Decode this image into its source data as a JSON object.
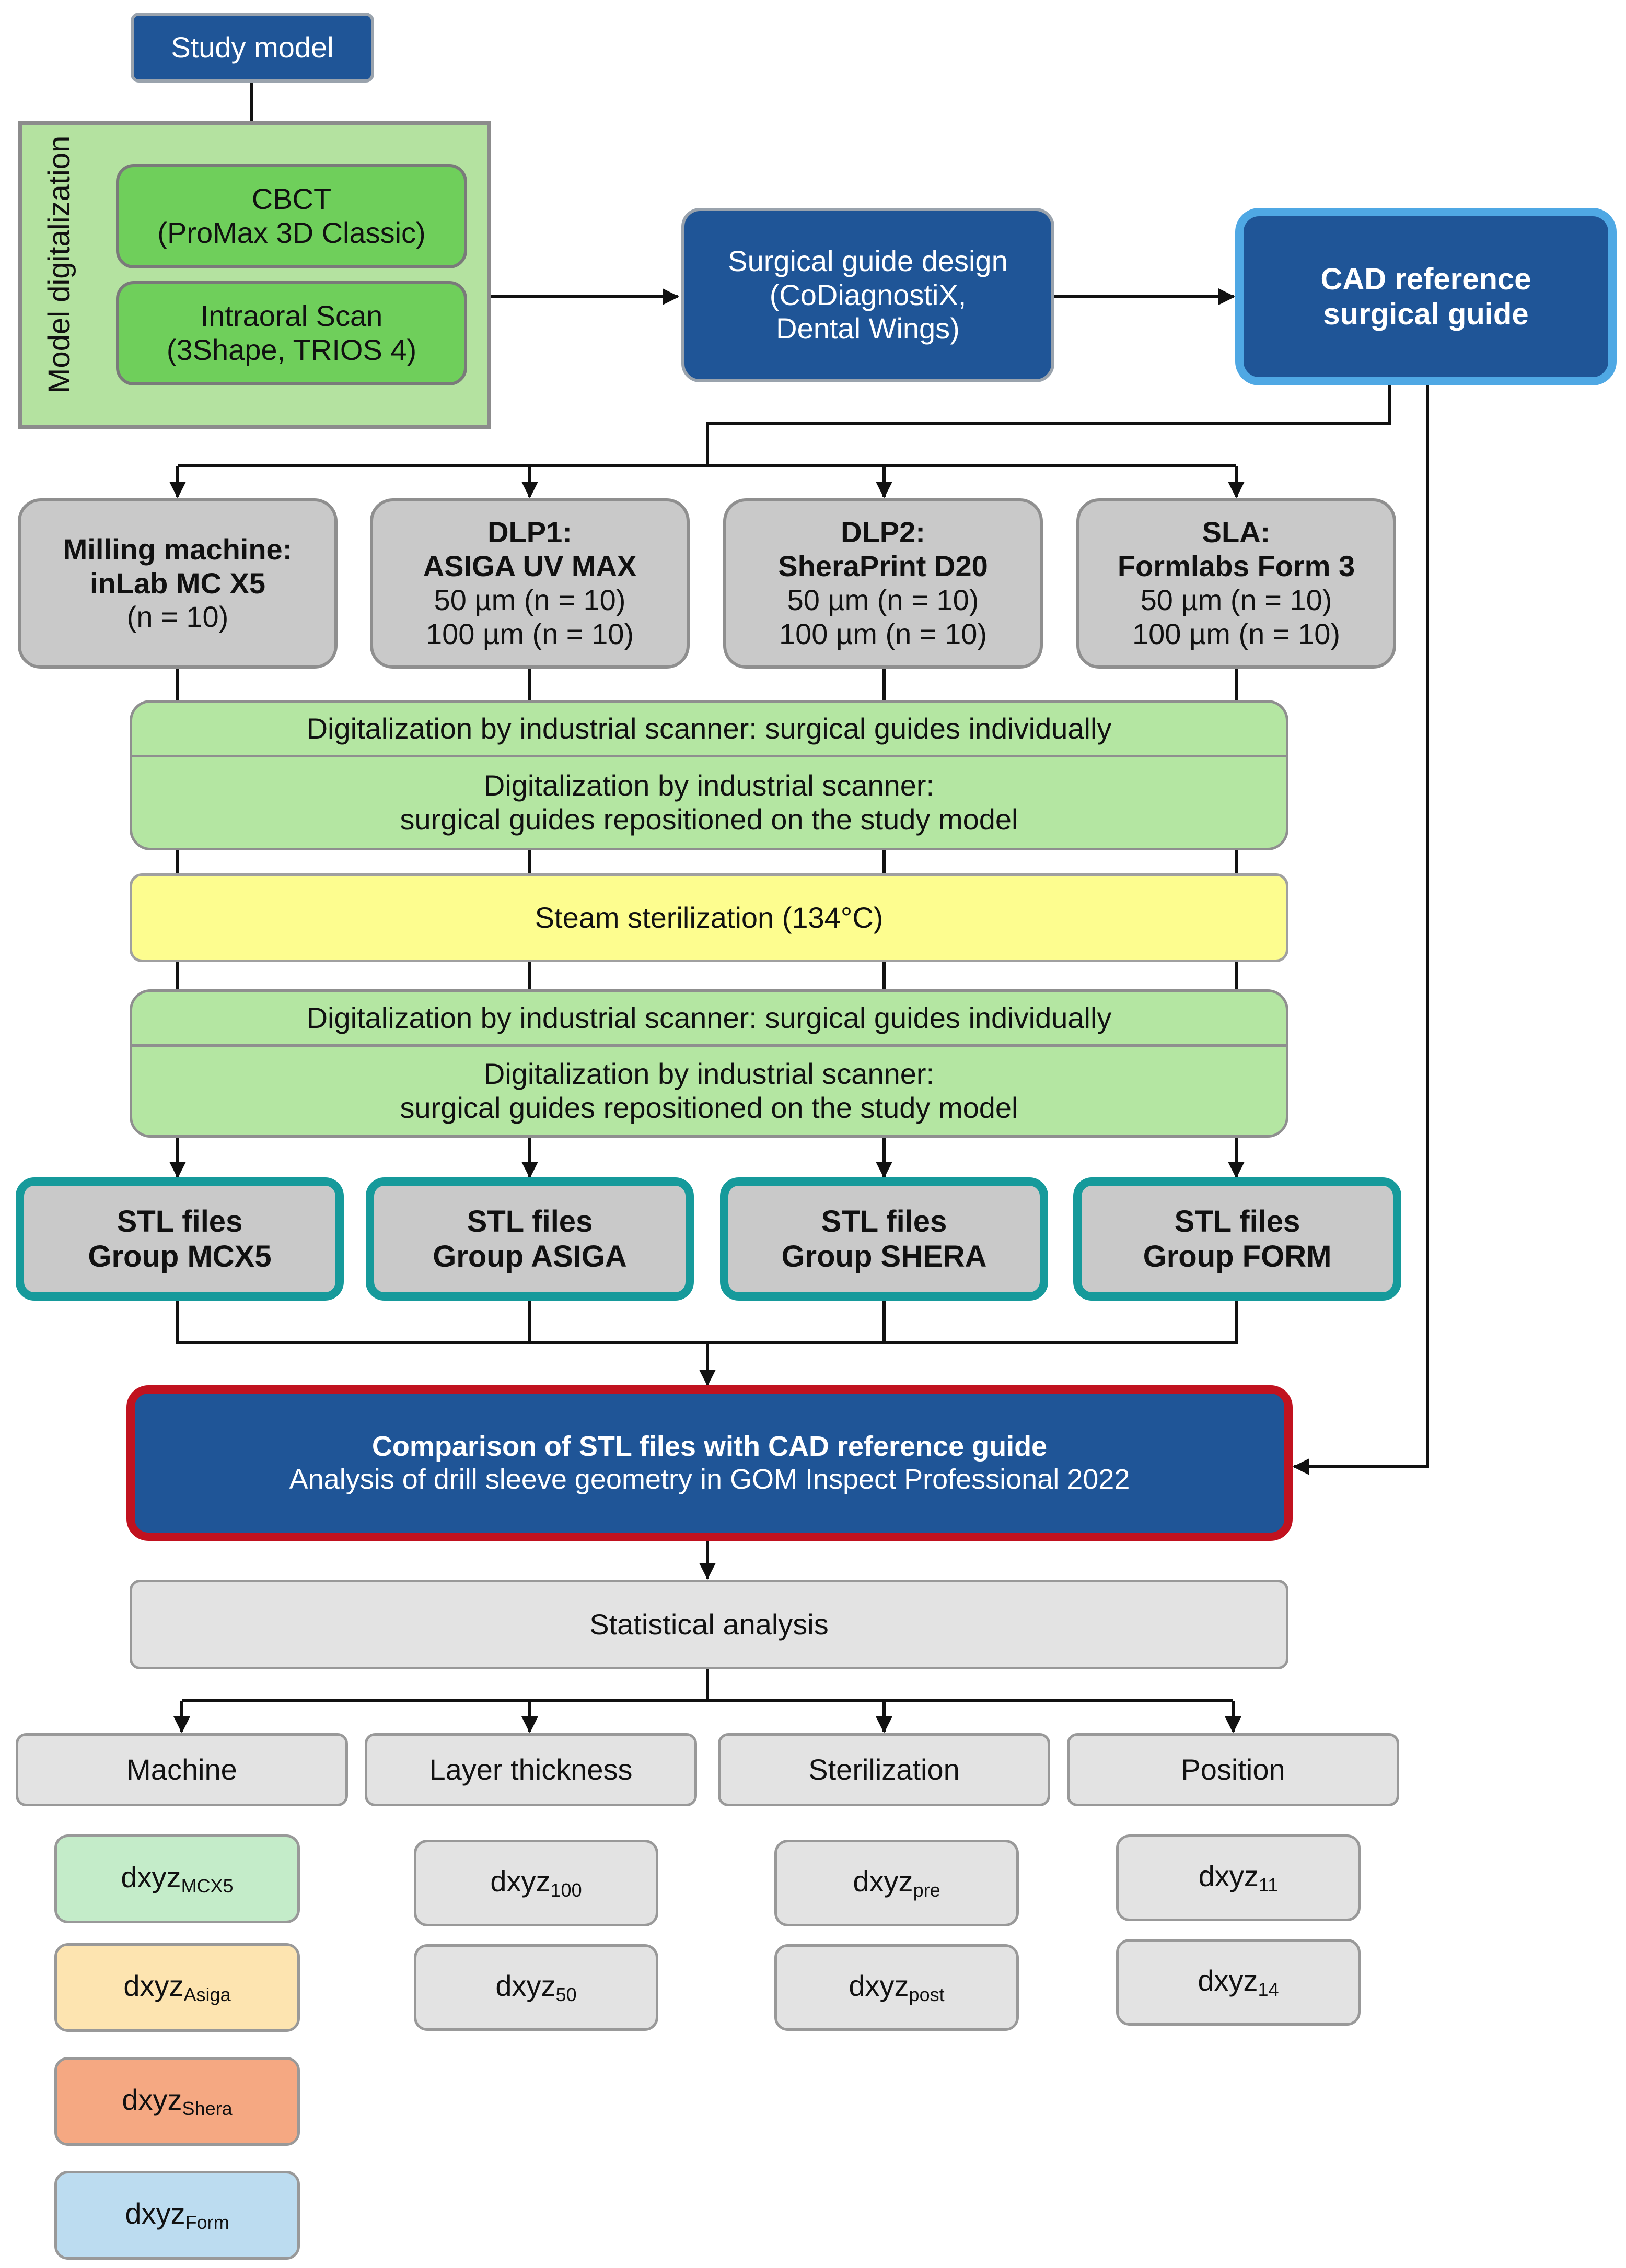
{
  "nodes": {
    "study_model": "Study model",
    "model_digitalization": "Model digitalization",
    "cbct": [
      "CBCT",
      "(ProMax 3D Classic)"
    ],
    "intraoral": [
      "Intraoral Scan",
      "(3Shape, TRIOS 4)"
    ],
    "guide_design": [
      "Surgical guide design",
      "(CoDiagnostiX,",
      "Dental Wings)"
    ],
    "cad_reference": [
      "CAD reference",
      "surgical guide"
    ],
    "machines": [
      {
        "lines": [
          "Milling machine:",
          "inLab MC X5"
        ],
        "sub": [
          "(n = 10)"
        ]
      },
      {
        "lines": [
          "DLP1:",
          "ASIGA UV MAX"
        ],
        "sub": [
          "50 µm (n = 10)",
          "100 µm (n = 10)"
        ]
      },
      {
        "lines": [
          "DLP2:",
          "SheraPrint D20"
        ],
        "sub": [
          "50 µm (n = 10)",
          "100 µm (n = 10)"
        ]
      },
      {
        "lines": [
          "SLA:",
          "Formlabs Form 3"
        ],
        "sub": [
          "50 µm (n = 10)",
          "100 µm (n = 10)"
        ]
      }
    ],
    "scan_individual": "Digitalization by industrial scanner: surgical guides individually",
    "scan_repositioned": [
      "Digitalization by industrial scanner:",
      "surgical guides repositioned on the study model"
    ],
    "sterilization": "Steam sterilization (134°C)",
    "stl_groups": [
      [
        "STL files",
        "Group MCX5"
      ],
      [
        "STL files",
        "Group ASIGA"
      ],
      [
        "STL files",
        "Group SHERA"
      ],
      [
        "STL files",
        "Group FORM"
      ]
    ],
    "comparison": [
      "Comparison of STL files with CAD reference guide",
      "Analysis of drill sleeve geometry in GOM Inspect Professional 2022"
    ],
    "statistical": "Statistical analysis",
    "factors": [
      "Machine",
      "Layer thickness",
      "Sterilization",
      "Position"
    ],
    "machine_vars": [
      {
        "base": "dxyz",
        "sub": "MCX5",
        "color": "#c4ecc9"
      },
      {
        "base": "dxyz",
        "sub": "Asiga",
        "color": "#fde4b0"
      },
      {
        "base": "dxyz",
        "sub": "Shera",
        "color": "#f5a882"
      },
      {
        "base": "dxyz",
        "sub": "Form",
        "color": "#bcdcf0"
      }
    ],
    "layer_vars": [
      {
        "base": "dxyz",
        "sub": "100"
      },
      {
        "base": "dxyz",
        "sub": "50"
      }
    ],
    "steril_vars": [
      {
        "base": "dxyz",
        "sub": "pre"
      },
      {
        "base": "dxyz",
        "sub": "post"
      }
    ],
    "position_vars": [
      {
        "base": "dxyz",
        "sub": "11"
      },
      {
        "base": "dxyz",
        "sub": "14"
      }
    ]
  },
  "colors": {
    "navy": "#1f5597",
    "cad_border": "#4fa8e4",
    "comparison_border": "#c1121f",
    "stl_border": "#169a9b",
    "green_box": "#6fcf5b",
    "light_green": "#b4e6a2",
    "yellow": "#fdfd8f",
    "grey": "#c9c9c9",
    "light_grey": "#e3e3e3"
  }
}
